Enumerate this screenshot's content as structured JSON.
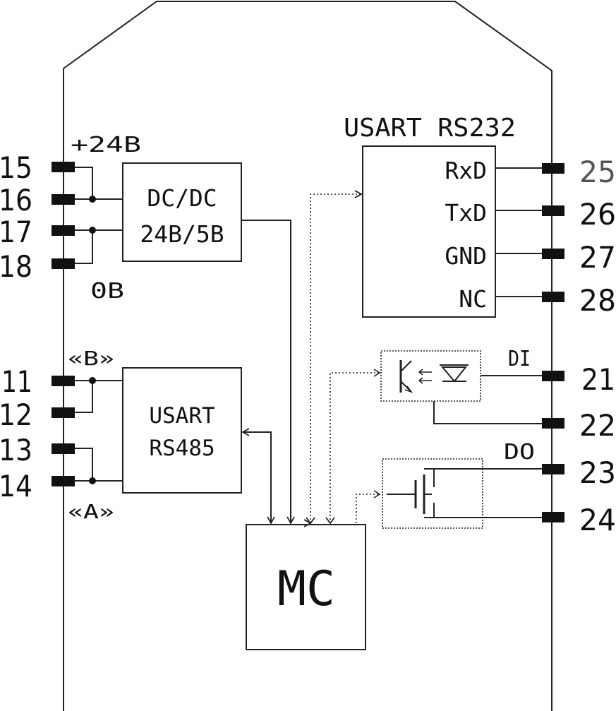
{
  "labels": {
    "plus24": "+24В",
    "zero": "0В",
    "dcdc_line1": "DC/DC",
    "dcdc_line2": "24В/5В",
    "rs232_title": "USART RS232",
    "rxd": "RxD",
    "txd": "TxD",
    "gnd": "GND",
    "nc": "NC",
    "b_label": "«В»",
    "a_label": "«А»",
    "rs485_line1": "USART",
    "rs485_line2": "RS485",
    "di": "DI",
    "do": "DO",
    "mc": "MC"
  },
  "pins": {
    "p15": "15",
    "p16": "16",
    "p17": "17",
    "p18": "18",
    "p11": "11",
    "p12": "12",
    "p13": "13",
    "p14": "14",
    "p25": "25",
    "p26": "26",
    "p27": "27",
    "p28": "28",
    "p21": "21",
    "p22": "22",
    "p23": "23",
    "p24": "24"
  }
}
